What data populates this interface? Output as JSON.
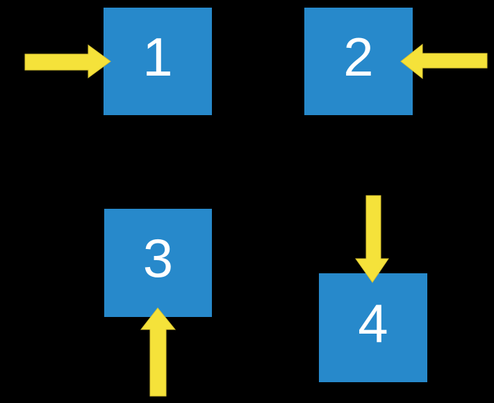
{
  "diagram": {
    "background_color": "#000000",
    "boxes": [
      {
        "id": 1,
        "label": "1",
        "position": "top-left"
      },
      {
        "id": 2,
        "label": "2",
        "position": "top-right"
      },
      {
        "id": 3,
        "label": "3",
        "position": "bottom-left"
      },
      {
        "id": 4,
        "label": "4",
        "position": "bottom-right"
      }
    ],
    "arrows": [
      {
        "direction": "right",
        "target_box": "1",
        "enters_from": "left side"
      },
      {
        "direction": "left",
        "target_box": "2",
        "enters_from": "right side"
      },
      {
        "direction": "up",
        "target_box": "3",
        "enters_from": "bottom side"
      },
      {
        "direction": "down",
        "target_box": "4",
        "enters_from": "top side"
      }
    ],
    "colors": {
      "background": "#000000",
      "box_fill": "#2789CB",
      "arrow_fill": "#F5E23A",
      "arrow_stroke": "#D9C32F",
      "label_text": "#FFFFFF"
    }
  }
}
